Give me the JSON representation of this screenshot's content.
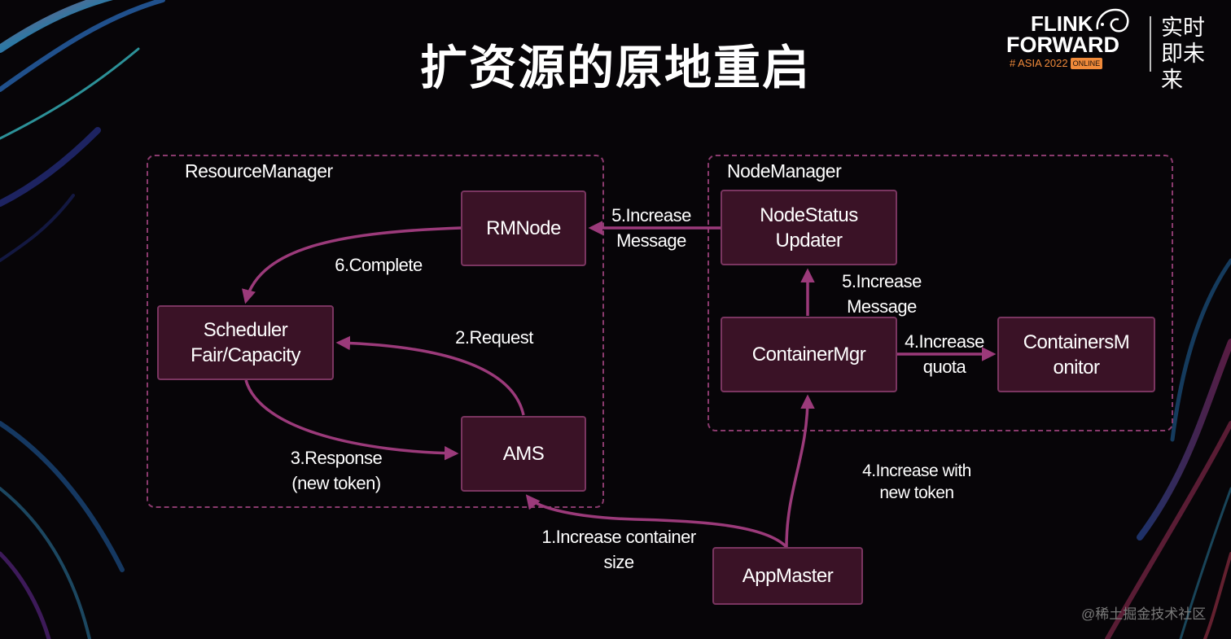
{
  "title": "扩资源的原地重启",
  "logo": {
    "line1": "FLINK",
    "line2": "FORWARD",
    "event": "# ASIA 2022",
    "badge": "ONLINE",
    "slogan": "实时即未来"
  },
  "groups": {
    "resource_manager": "ResourceManager",
    "node_manager": "NodeManager"
  },
  "nodes": {
    "rmnode": "RMNode",
    "scheduler": "Scheduler\nFair/Capacity",
    "ams": "AMS",
    "nodestatus": "NodeStatus\nUpdater",
    "containermgr": "ContainerMgr",
    "containersmonitor": "ContainersM\nonitor",
    "appmaster": "AppMaster"
  },
  "edges": {
    "e1": "1.Increase container\nsize",
    "e2": "2.Request",
    "e3": "3.Response\n(new token)",
    "e4_quota": "4.Increase\nquota",
    "e4_token": "4.Increase with\nnew token",
    "e5_rm": "5.Increase\nMessage",
    "e5_nm": "5.Increase\nMessage",
    "e6": "6.Complete"
  },
  "watermark": "@稀土掘金技术社区",
  "colors": {
    "background": "#070508",
    "node_fill": "#3a1226",
    "node_border": "#7a3560",
    "arrow": "#9b3a7a",
    "dashed_border": "#8a3a6d",
    "accent_orange": "#f08a3a"
  }
}
